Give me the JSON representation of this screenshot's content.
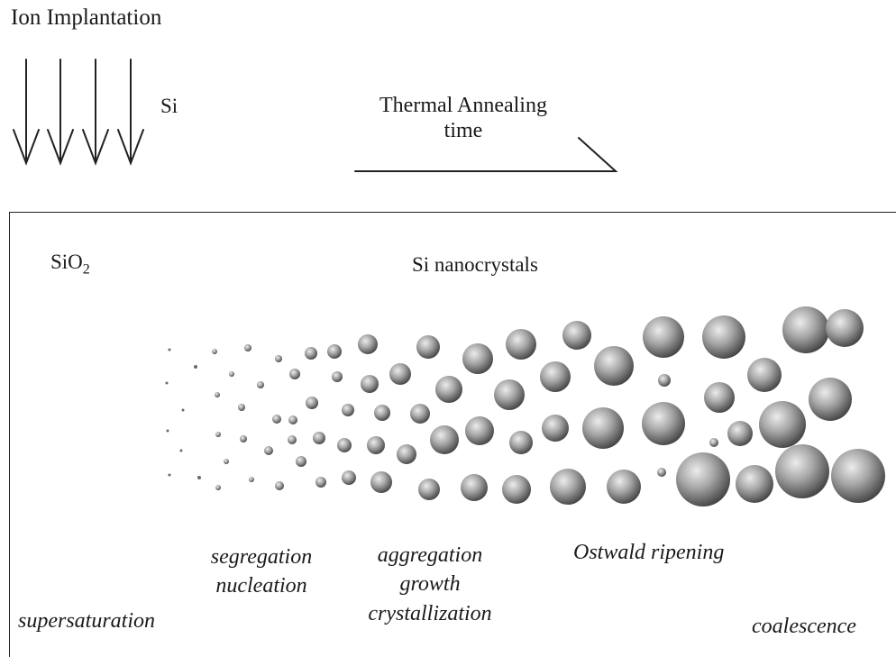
{
  "header": {
    "title": "Ion Implantation",
    "ion_label": "Si",
    "annealing_line1": "Thermal Annealing",
    "annealing_line2": "time"
  },
  "sample": {
    "matrix_base": "SiO",
    "matrix_subscript": "2",
    "nanocrystal_label": "Si nanocrystals"
  },
  "stages": {
    "supersaturation": "supersaturation",
    "segregation": "segregation",
    "nucleation": "nucleation",
    "aggregation": "aggregation",
    "growth": "growth",
    "crystallization": "crystallization",
    "ostwald": "Ostwald ripening",
    "coalescence": "coalescence"
  },
  "colors": {
    "line": "#222222",
    "particle_light": "#e8e8e8",
    "particle_mid": "#9a9a9a",
    "particle_dark": "#3c3c3c"
  }
}
